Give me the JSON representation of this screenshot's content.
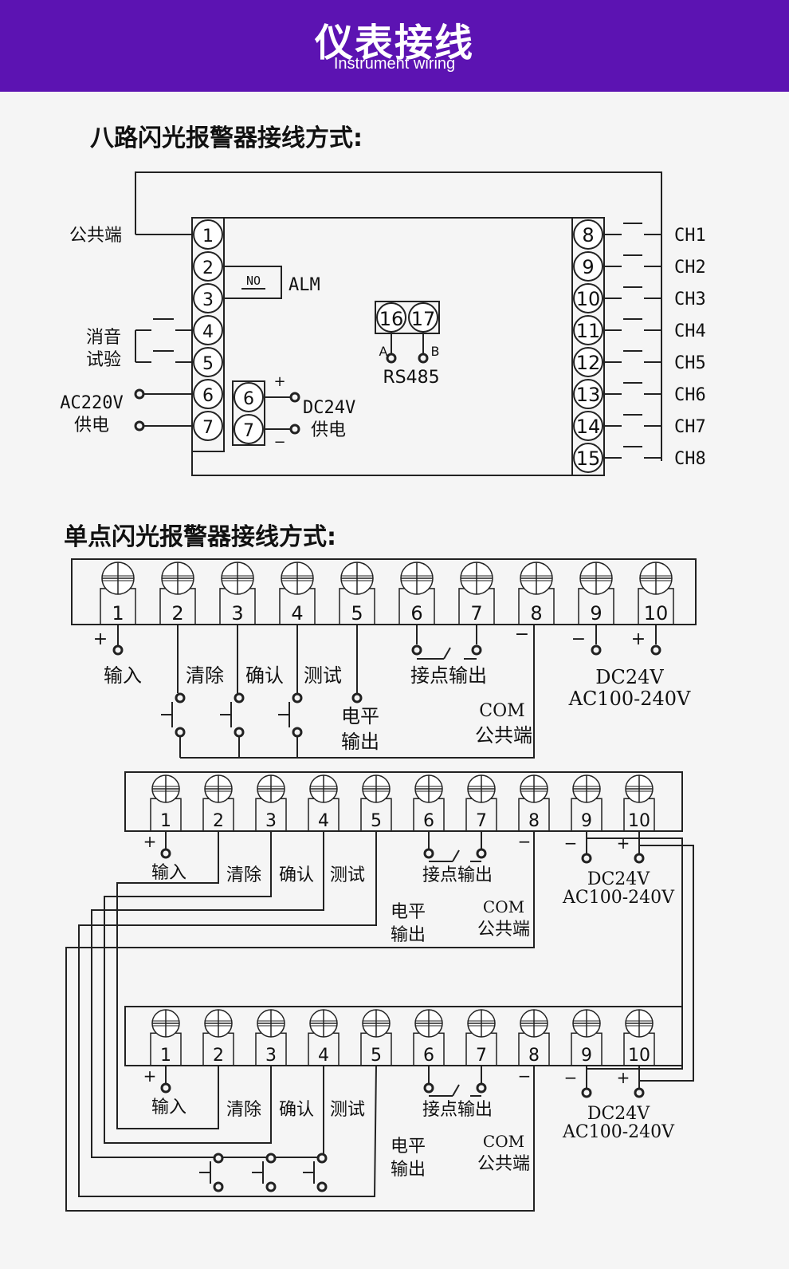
{
  "header": {
    "title": "仪表接线",
    "subtitle": "Instrument wiring"
  },
  "section1": {
    "title": "八路闪光报警器接线方式:",
    "left_terminals": [
      "1",
      "2",
      "3",
      "4",
      "5",
      "6",
      "7"
    ],
    "right_terminals": [
      "8",
      "9",
      "10",
      "11",
      "12",
      "13",
      "14",
      "15"
    ],
    "right_labels": [
      "CH1",
      "CH2",
      "CH3",
      "CH4",
      "CH5",
      "CH6",
      "CH7",
      "CH8"
    ],
    "dc_terminals": [
      "6",
      "7"
    ],
    "rs485_terminals": [
      "16",
      "17"
    ],
    "labels": {
      "common": "公共端",
      "no": "NO",
      "alm": "ALM",
      "mute_line1": "消音",
      "mute_line2": "试验",
      "ac_line1": "AC220V",
      "ac_line2": "供电",
      "dc_line1": "DC24V",
      "dc_line2": "供电",
      "plus": "+",
      "minus": "−",
      "a": "A",
      "b": "B",
      "rs485": "RS485"
    }
  },
  "section2": {
    "title": "单点闪光报警器接线方式:",
    "terminals": [
      "1",
      "2",
      "3",
      "4",
      "5",
      "6",
      "7",
      "8",
      "9",
      "10"
    ],
    "labels": {
      "input": "输入",
      "clear": "清除",
      "confirm": "确认",
      "test": "测试",
      "contact_output": "接点输出",
      "level_line1": "电平",
      "level_line2": "输出",
      "com": "COM",
      "common": "公共端",
      "dc": "DC24V",
      "ac": "AC100-240V",
      "plus": "+",
      "minus": "−"
    }
  },
  "colors": {
    "banner": "#5c13b2",
    "background": "#f5f5f5",
    "line": "#222222"
  }
}
